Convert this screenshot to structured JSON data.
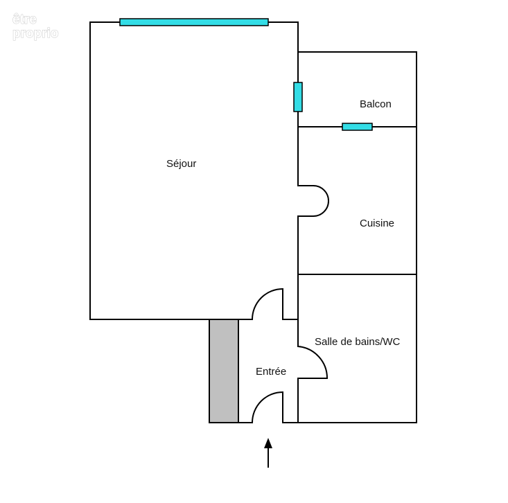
{
  "watermark": {
    "line1": "être",
    "line2": "proprio"
  },
  "rooms": {
    "sejour": "Séjour",
    "balcon": "Balcon",
    "cuisine": "Cuisine",
    "salle_de_bains": "Salle de bains/WC",
    "entree": "Entrée"
  },
  "colors": {
    "window": "#33dde6",
    "closet": "#c0c0c0",
    "wall": "#000000"
  }
}
